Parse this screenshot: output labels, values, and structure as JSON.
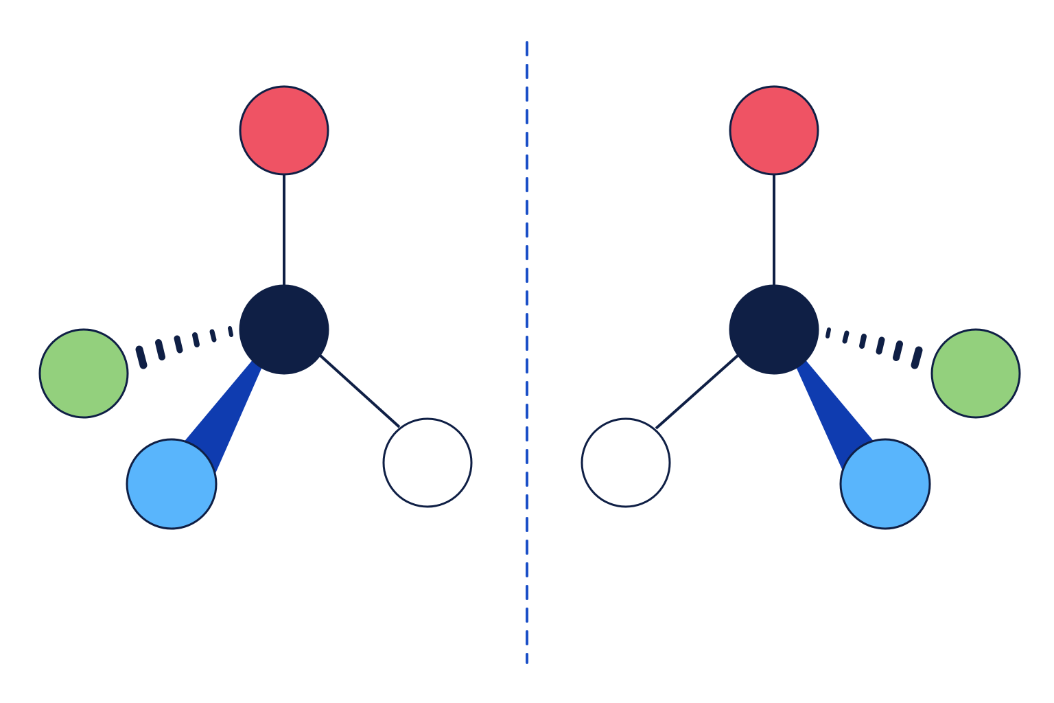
{
  "colors": {
    "background": "#ffffff",
    "outline": "#0f1f45",
    "central_atom": "#0f1f45",
    "top_atom": "#ef5364",
    "green_atom": "#93d07d",
    "blue_atom": "#59b5fc",
    "white_atom": "#ffffff",
    "wedge_bond": "#0f3cb0",
    "mirror_line": "#1b4fc7"
  },
  "molecules": [
    {
      "id": "left",
      "atoms": [
        "central-atom",
        "top-atom-red",
        "left-atom-green",
        "front-atom-blue",
        "right-atom-white"
      ],
      "bonds": [
        "plain",
        "dashed-hash",
        "solid-wedge",
        "plain"
      ]
    },
    {
      "id": "right",
      "atoms": [
        "central-atom",
        "top-atom-red",
        "right-atom-green",
        "front-atom-blue",
        "left-atom-white"
      ],
      "bonds": [
        "plain",
        "dashed-hash",
        "solid-wedge",
        "plain"
      ],
      "mirror_of": "left"
    }
  ],
  "mirror_plane": {
    "style": "dashed"
  }
}
